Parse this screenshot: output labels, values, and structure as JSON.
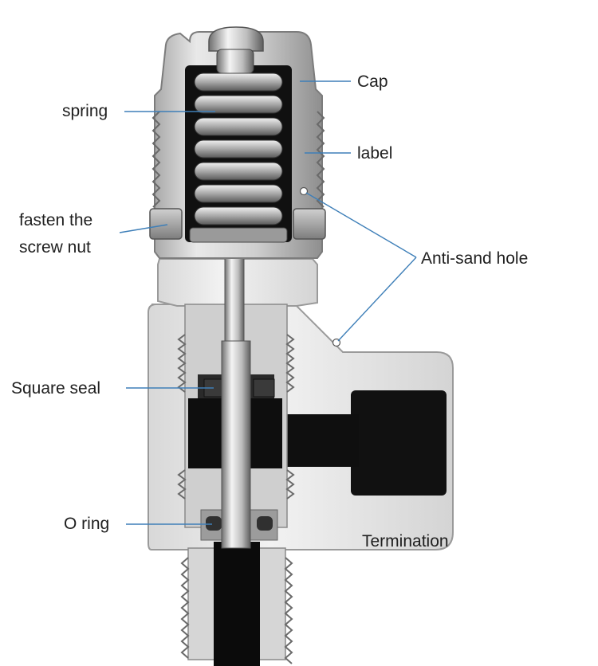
{
  "labels": {
    "cap": "Cap",
    "spring": "spring",
    "label": "label",
    "fasten_line1": "fasten the",
    "fasten_line2": "screw nut",
    "anti_sand_hole": "Anti-sand hole",
    "square_seal": "Square seal",
    "o_ring": "O ring",
    "termination": "Termination"
  },
  "colors": {
    "leader_line": "#3e7fb8",
    "body_light": "#ececec",
    "body_mid": "#c6c6c6",
    "body_dark": "#8c8c8c",
    "passage_black": "#0d0d0d",
    "spring_steel": "#b9b9b9",
    "label_text": "#1f1f1f"
  }
}
